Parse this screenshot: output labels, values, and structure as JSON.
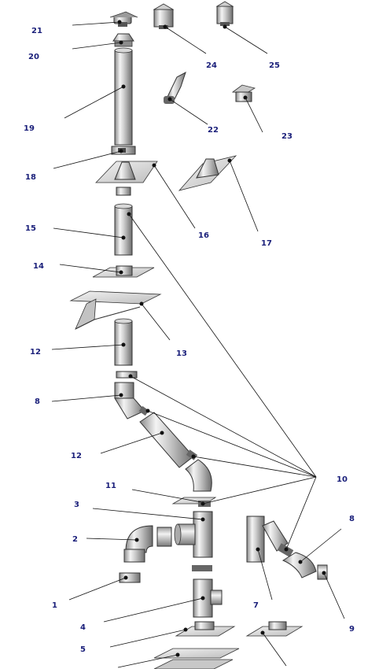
{
  "figure": {
    "labels": [
      {
        "id": "lbl-21",
        "text": "21"
      },
      {
        "id": "lbl-20",
        "text": "20"
      },
      {
        "id": "lbl-24",
        "text": "24"
      },
      {
        "id": "lbl-25",
        "text": "25"
      },
      {
        "id": "lbl-19",
        "text": "19"
      },
      {
        "id": "lbl-22",
        "text": "22"
      },
      {
        "id": "lbl-23",
        "text": "23"
      },
      {
        "id": "lbl-18",
        "text": "18"
      },
      {
        "id": "lbl-16",
        "text": "16"
      },
      {
        "id": "lbl-17",
        "text": "17"
      },
      {
        "id": "lbl-15",
        "text": "15"
      },
      {
        "id": "lbl-14",
        "text": "14"
      },
      {
        "id": "lbl-13",
        "text": "13"
      },
      {
        "id": "lbl-12a",
        "text": "12"
      },
      {
        "id": "lbl-8a",
        "text": "8"
      },
      {
        "id": "lbl-12b",
        "text": "12"
      },
      {
        "id": "lbl-10",
        "text": "10"
      },
      {
        "id": "lbl-11",
        "text": "11"
      },
      {
        "id": "lbl-3",
        "text": "3"
      },
      {
        "id": "lbl-8b",
        "text": "8"
      },
      {
        "id": "lbl-2",
        "text": "2"
      },
      {
        "id": "lbl-1",
        "text": "1"
      },
      {
        "id": "lbl-7",
        "text": "7"
      },
      {
        "id": "lbl-9",
        "text": "9"
      },
      {
        "id": "lbl-4",
        "text": "4"
      },
      {
        "id": "lbl-5",
        "text": "5"
      }
    ]
  }
}
